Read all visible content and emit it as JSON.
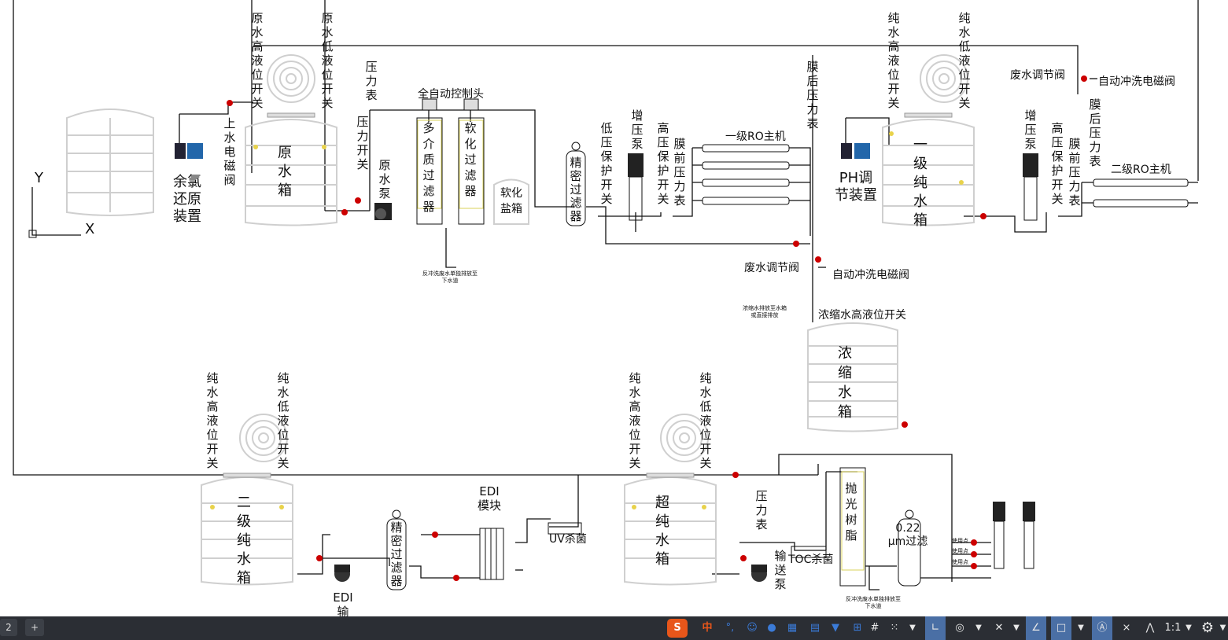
{
  "diagram": {
    "axis": {
      "y": "Y",
      "x": "X"
    },
    "equipment": {
      "chlorine_reducer": "余氯还原装置",
      "raw_water_tank": "原水箱",
      "inlet_solenoid_valve": "上水电磁阀",
      "raw_high_switch": "原水高液位开关",
      "raw_low_switch": "原水低液位开关",
      "pressure_gauge_1": "压力表",
      "pressure_switch_1": "压力开关",
      "raw_pump": "原水泵",
      "auto_control_head": "全自动控制头",
      "multimedia_filter": "多介质过滤器",
      "softener": "软化过滤器",
      "brine_tank": "软化盐箱",
      "backwash_note_1": "反冲洗废水单独排放至下水道",
      "precision_filter_1": "精密过滤器",
      "low_pressure_switch": "低压保护开关",
      "booster_pump_1": "增压泵",
      "high_pressure_switch_1": "高压保护开关",
      "pre_membrane_gauge_1": "膜前压力表",
      "ro1_main": "一级RO主机",
      "post_membrane_gauge_1": "膜后压力表",
      "waste_valve_1": "废水调节阀",
      "auto_flush_valve_1": "自动冲洗电磁阀",
      "concentrate_note": "浓缩水排放至水箱或直接排放",
      "concentrate_high_switch": "浓缩水高液位开关",
      "concentrate_tank": "浓缩水箱",
      "ph_device": "PH调节装置",
      "pure1_high_switch": "纯水高液位开关",
      "pure1_low_switch": "纯水低液位开关",
      "pure1_tank": "一级纯水箱",
      "waste_valve_2": "废水调节阀",
      "auto_flush_valve_2": "自动冲洗电磁阀",
      "booster_pump_2": "增压泵",
      "high_pressure_switch_2": "高压保护开关",
      "pre_membrane_gauge_2": "膜前压力表",
      "post_membrane_gauge_2": "膜后压力表",
      "ro2_main": "二级RO主机",
      "pure2_high_switch": "纯水高液位开关",
      "pure2_low_switch": "纯水低液位开关",
      "pure2_tank": "二级纯水箱",
      "edi_pump": "EDI输",
      "precision_filter_2": "精密过滤器",
      "edi_module": "EDI模块",
      "uv_sterilizer": "UV杀菌",
      "ultra_high_switch": "纯水高液位开关",
      "ultra_low_switch": "纯水低液位开关",
      "ultra_tank": "超纯水箱",
      "pressure_gauge_2": "压力表",
      "delivery_pump": "输送泵",
      "toc_sterilizer": "TOC杀菌",
      "polishing_resin": "抛光树脂",
      "filter_022": "0.22μm过滤",
      "backwash_note_2": "反冲洗废水单独排放至下水道",
      "use_point": "使用点"
    }
  },
  "statusbar": {
    "tab_number": "2",
    "add_tab": "+",
    "ime_logo": "S",
    "ime_lang": "中",
    "ime_punct": "°,",
    "scale": "1:1"
  }
}
